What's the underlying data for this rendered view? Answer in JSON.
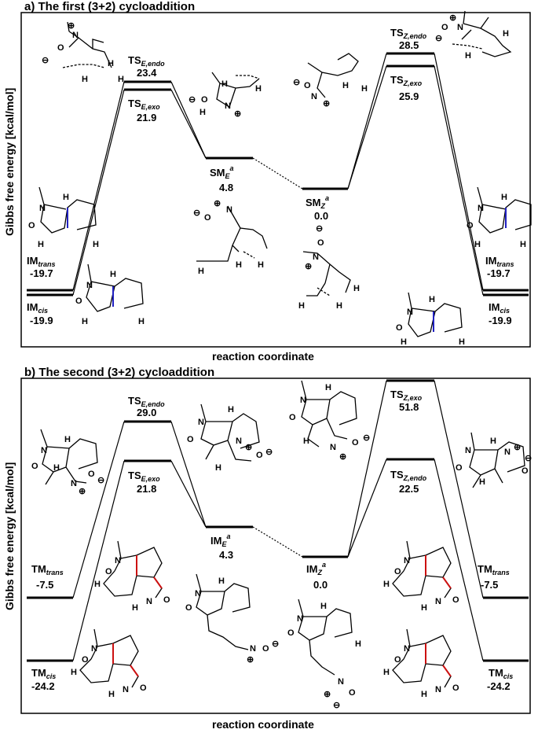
{
  "panels": [
    {
      "title": "a) The first (3+2) cycloaddition",
      "ylabel": "Gibbs free energy [kcal/mol]",
      "xlabel": "reaction coordinate",
      "levels": [
        {
          "main": "IM",
          "sub": "trans",
          "sup": "",
          "value": "-19.7"
        },
        {
          "main": "IM",
          "sub": "cis",
          "sup": "",
          "value": "-19.9"
        },
        {
          "main": "TS",
          "sub": "E,endo",
          "sup": "",
          "value": "23.4"
        },
        {
          "main": "TS",
          "sub": "E,exo",
          "sup": "",
          "value": "21.9"
        },
        {
          "main": "SM",
          "sub": "E",
          "sup": "a",
          "value": "4.8"
        },
        {
          "main": "SM",
          "sub": "Z",
          "sup": "a",
          "value": "0.0"
        },
        {
          "main": "TS",
          "sub": "Z,endo",
          "sup": "",
          "value": "28.5"
        },
        {
          "main": "TS",
          "sub": "Z,exo",
          "sup": "",
          "value": "25.9"
        },
        {
          "main": "IM",
          "sub": "trans",
          "sup": "",
          "value": "-19.7"
        },
        {
          "main": "IM",
          "sub": "cis",
          "sup": "",
          "value": "-19.9"
        }
      ]
    },
    {
      "title": "b) The second (3+2) cycloaddition",
      "ylabel": "Gibbs free energy [kcal/mol]",
      "xlabel": "reaction coordinate",
      "levels": [
        {
          "main": "TM",
          "sub": "trans",
          "sup": "",
          "value": "-7.5"
        },
        {
          "main": "TM",
          "sub": "cis",
          "sup": "",
          "value": "-24.2"
        },
        {
          "main": "TS",
          "sub": "E,endo",
          "sup": "",
          "value": "29.0"
        },
        {
          "main": "TS",
          "sub": "E,exo",
          "sup": "",
          "value": "21.8"
        },
        {
          "main": "IM",
          "sub": "E",
          "sup": "a",
          "value": "4.3"
        },
        {
          "main": "IM",
          "sub": "Z",
          "sup": "a",
          "value": "0.0"
        },
        {
          "main": "TS",
          "sub": "Z,exo",
          "sup": "",
          "value": "51.8"
        },
        {
          "main": "TS",
          "sub": "Z,endo",
          "sup": "",
          "value": "22.5"
        },
        {
          "main": "TM",
          "sub": "trans",
          "sup": "",
          "value": "-7.5"
        },
        {
          "main": "TM",
          "sub": "cis",
          "sup": "",
          "value": "-24.2"
        }
      ]
    }
  ],
  "atoms": {
    "N": "N",
    "O": "O",
    "H": "H",
    "plus": "⊕",
    "minus": "⊖"
  }
}
